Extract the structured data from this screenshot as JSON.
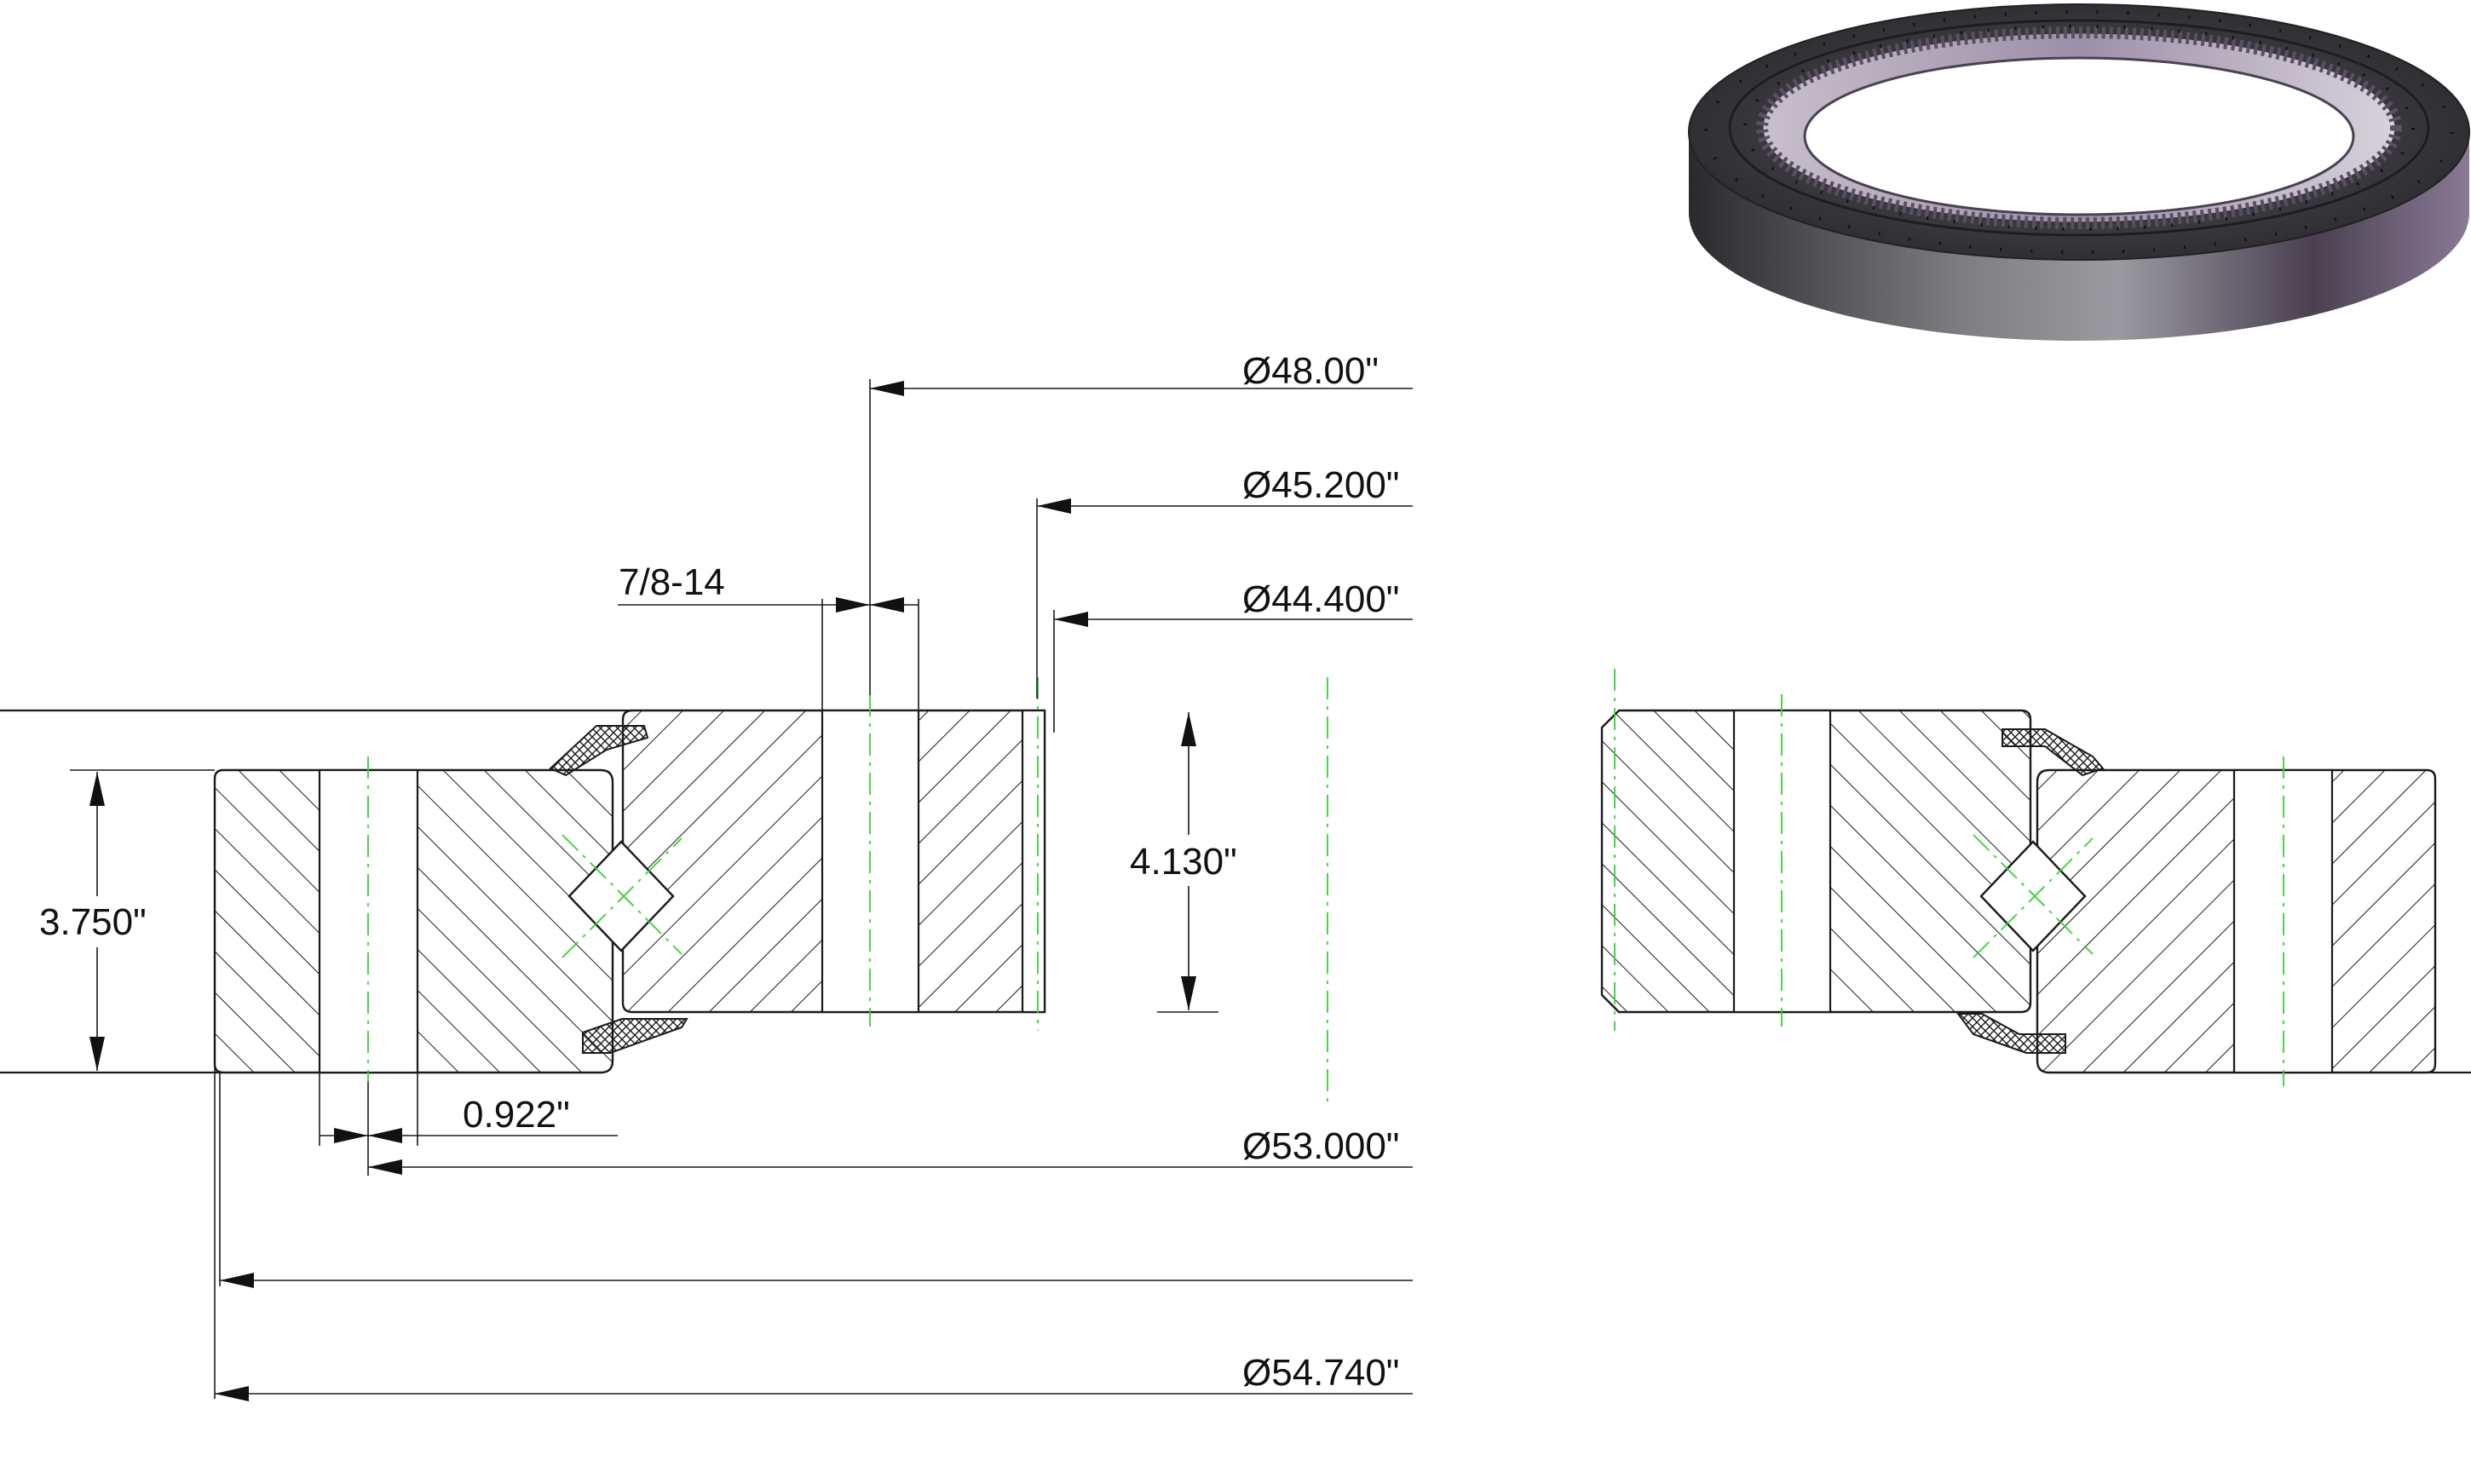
{
  "dimensions": {
    "d48": "Ø48.00\"",
    "d45": "Ø45.200\"",
    "d44": "Ø44.400\"",
    "thread": "7/8-14",
    "h4130": "4.130\"",
    "h3750": "3.750\"",
    "w0922": "0.922\"",
    "d53": "Ø53.000\"",
    "d54": "Ø54.740\""
  },
  "colors": {
    "line": "#1a1a1a",
    "centerline": "#35d235",
    "ring_body": "#3b3b3f",
    "ring_highlight": "#8a7a96"
  },
  "icons": {
    "ring_render": "slewing-ring-bearing-3d-render"
  }
}
